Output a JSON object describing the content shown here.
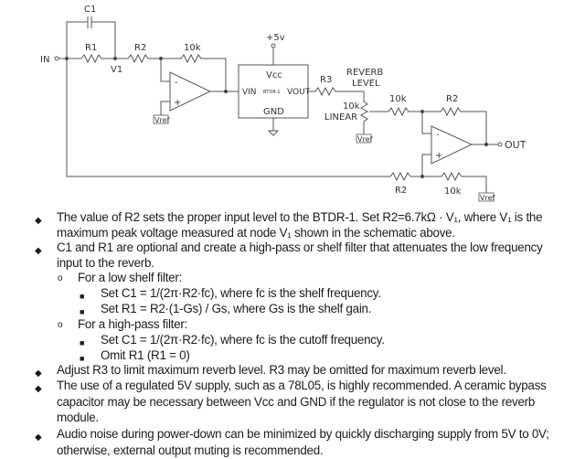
{
  "schematic": {
    "labels": {
      "in": "IN",
      "out": "OUT",
      "c1": "C1",
      "r1": "R1",
      "r2_input": "R2",
      "v1_node": "V1",
      "r_feedback_1": "10k",
      "supply": "+5v",
      "vcc": "Vcc",
      "vin": "VIN",
      "module": "BTDR-1",
      "vout": "VOUT",
      "gnd": "GND",
      "r3": "R3",
      "pot_title_1": "REVERB",
      "pot_title_2": "LEVEL",
      "pot_value": "10k",
      "pot_taper": "LINEAR",
      "r_mix_in": "10k",
      "r2_feedback": "R2",
      "r2_dry": "R2",
      "r_ref": "10k",
      "vref": "Vref",
      "minus": "-",
      "plus": "+"
    }
  },
  "notes": {
    "bullets": [
      {
        "line1": "The value of R2 sets the proper input level to the BTDR-1. Set R2=6.7kΩ · V₁,  where V₁ is the",
        "line2": "maximum peak voltage measured at node V₁ shown in the schematic above."
      },
      {
        "line1": "C1 and R1 are optional and create a high-pass or shelf filter that attenuates the low frequency",
        "line2": "input to the reverb."
      }
    ],
    "sub": [
      {
        "label": "For a low shelf filter:",
        "items": [
          "Set C1 = 1/(2π·R2·fc), where fc is the shelf frequency.",
          "Set R1 = R2·(1-Gs) / Gs, where Gs is the shelf gain."
        ]
      },
      {
        "label": "For a high-pass filter:",
        "items": [
          "Set C1 = 1/(2π·R2·fc), where fc is the cutoff frequency.",
          "Omit R1 (R1 = 0)"
        ]
      }
    ],
    "bullets2": [
      {
        "line1": "Adjust R3 to limit maximum reverb level. R3 may be omitted for maximum reverb level."
      },
      {
        "line1": "The use of a regulated 5V supply, such as a 78L05, is highly recommended. A ceramic bypass",
        "line2": "capacitor may be necessary between Vcc and GND if the regulator is not close to the reverb",
        "line3": "module."
      },
      {
        "line1": "Audio noise during power-down can be minimized by quickly discharging supply from 5V to 0V;",
        "line2": "otherwise, external output muting is recommended."
      }
    ],
    "glyphs": {
      "bullet": "◆",
      "circle": "o",
      "square": "■"
    }
  }
}
